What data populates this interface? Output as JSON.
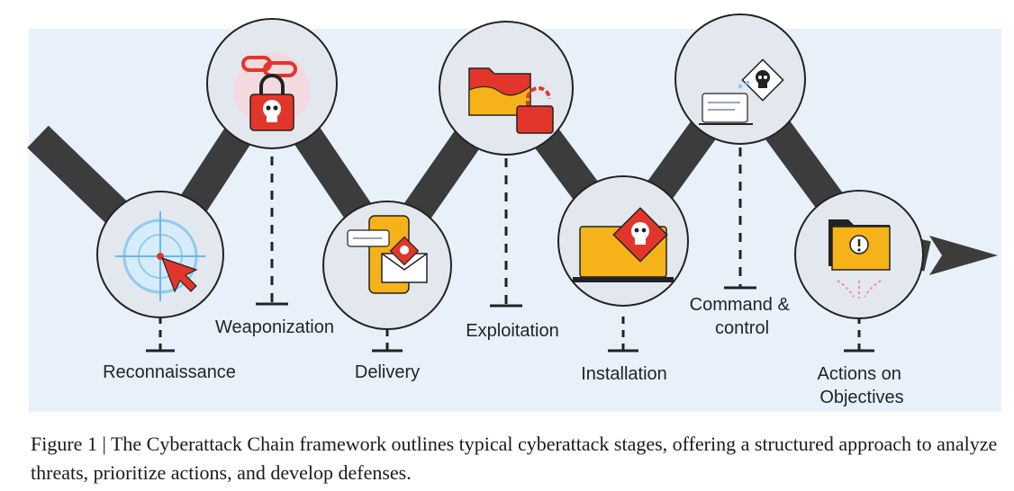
{
  "stages": [
    {
      "id": "reconnaissance",
      "label_lines": [
        "Reconnaissance"
      ],
      "icon": "target-crosshair-icon"
    },
    {
      "id": "weaponization",
      "label_lines": [
        "Weaponization"
      ],
      "icon": "locked-skull-icon"
    },
    {
      "id": "delivery",
      "label_lines": [
        "Delivery"
      ],
      "icon": "phone-infected-email-icon"
    },
    {
      "id": "exploitation",
      "label_lines": [
        "Exploitation"
      ],
      "icon": "folder-unlocked-icon"
    },
    {
      "id": "installation",
      "label_lines": [
        "Installation"
      ],
      "icon": "laptop-skull-icon"
    },
    {
      "id": "command-control",
      "label_lines": [
        "Command &",
        "control"
      ],
      "icon": "remote-skull-icon"
    },
    {
      "id": "actions-objectives",
      "label_lines": [
        "Actions on",
        "Objectives"
      ],
      "icon": "folder-alert-icon"
    }
  ],
  "caption": "Figure 1 | The Cyberattack Chain framework outlines typical cyberattack stages, offering a structured approach to analyze threats, prioritize actions, and develop defenses.",
  "colors": {
    "panel": "#e8f1fa",
    "path": "#3c3c3c",
    "circle_fill": "#e3e8ef",
    "circle_stroke": "#222222",
    "danger_red": "#e2362b",
    "folder_yellow": "#f6b219",
    "dark": "#222222"
  }
}
